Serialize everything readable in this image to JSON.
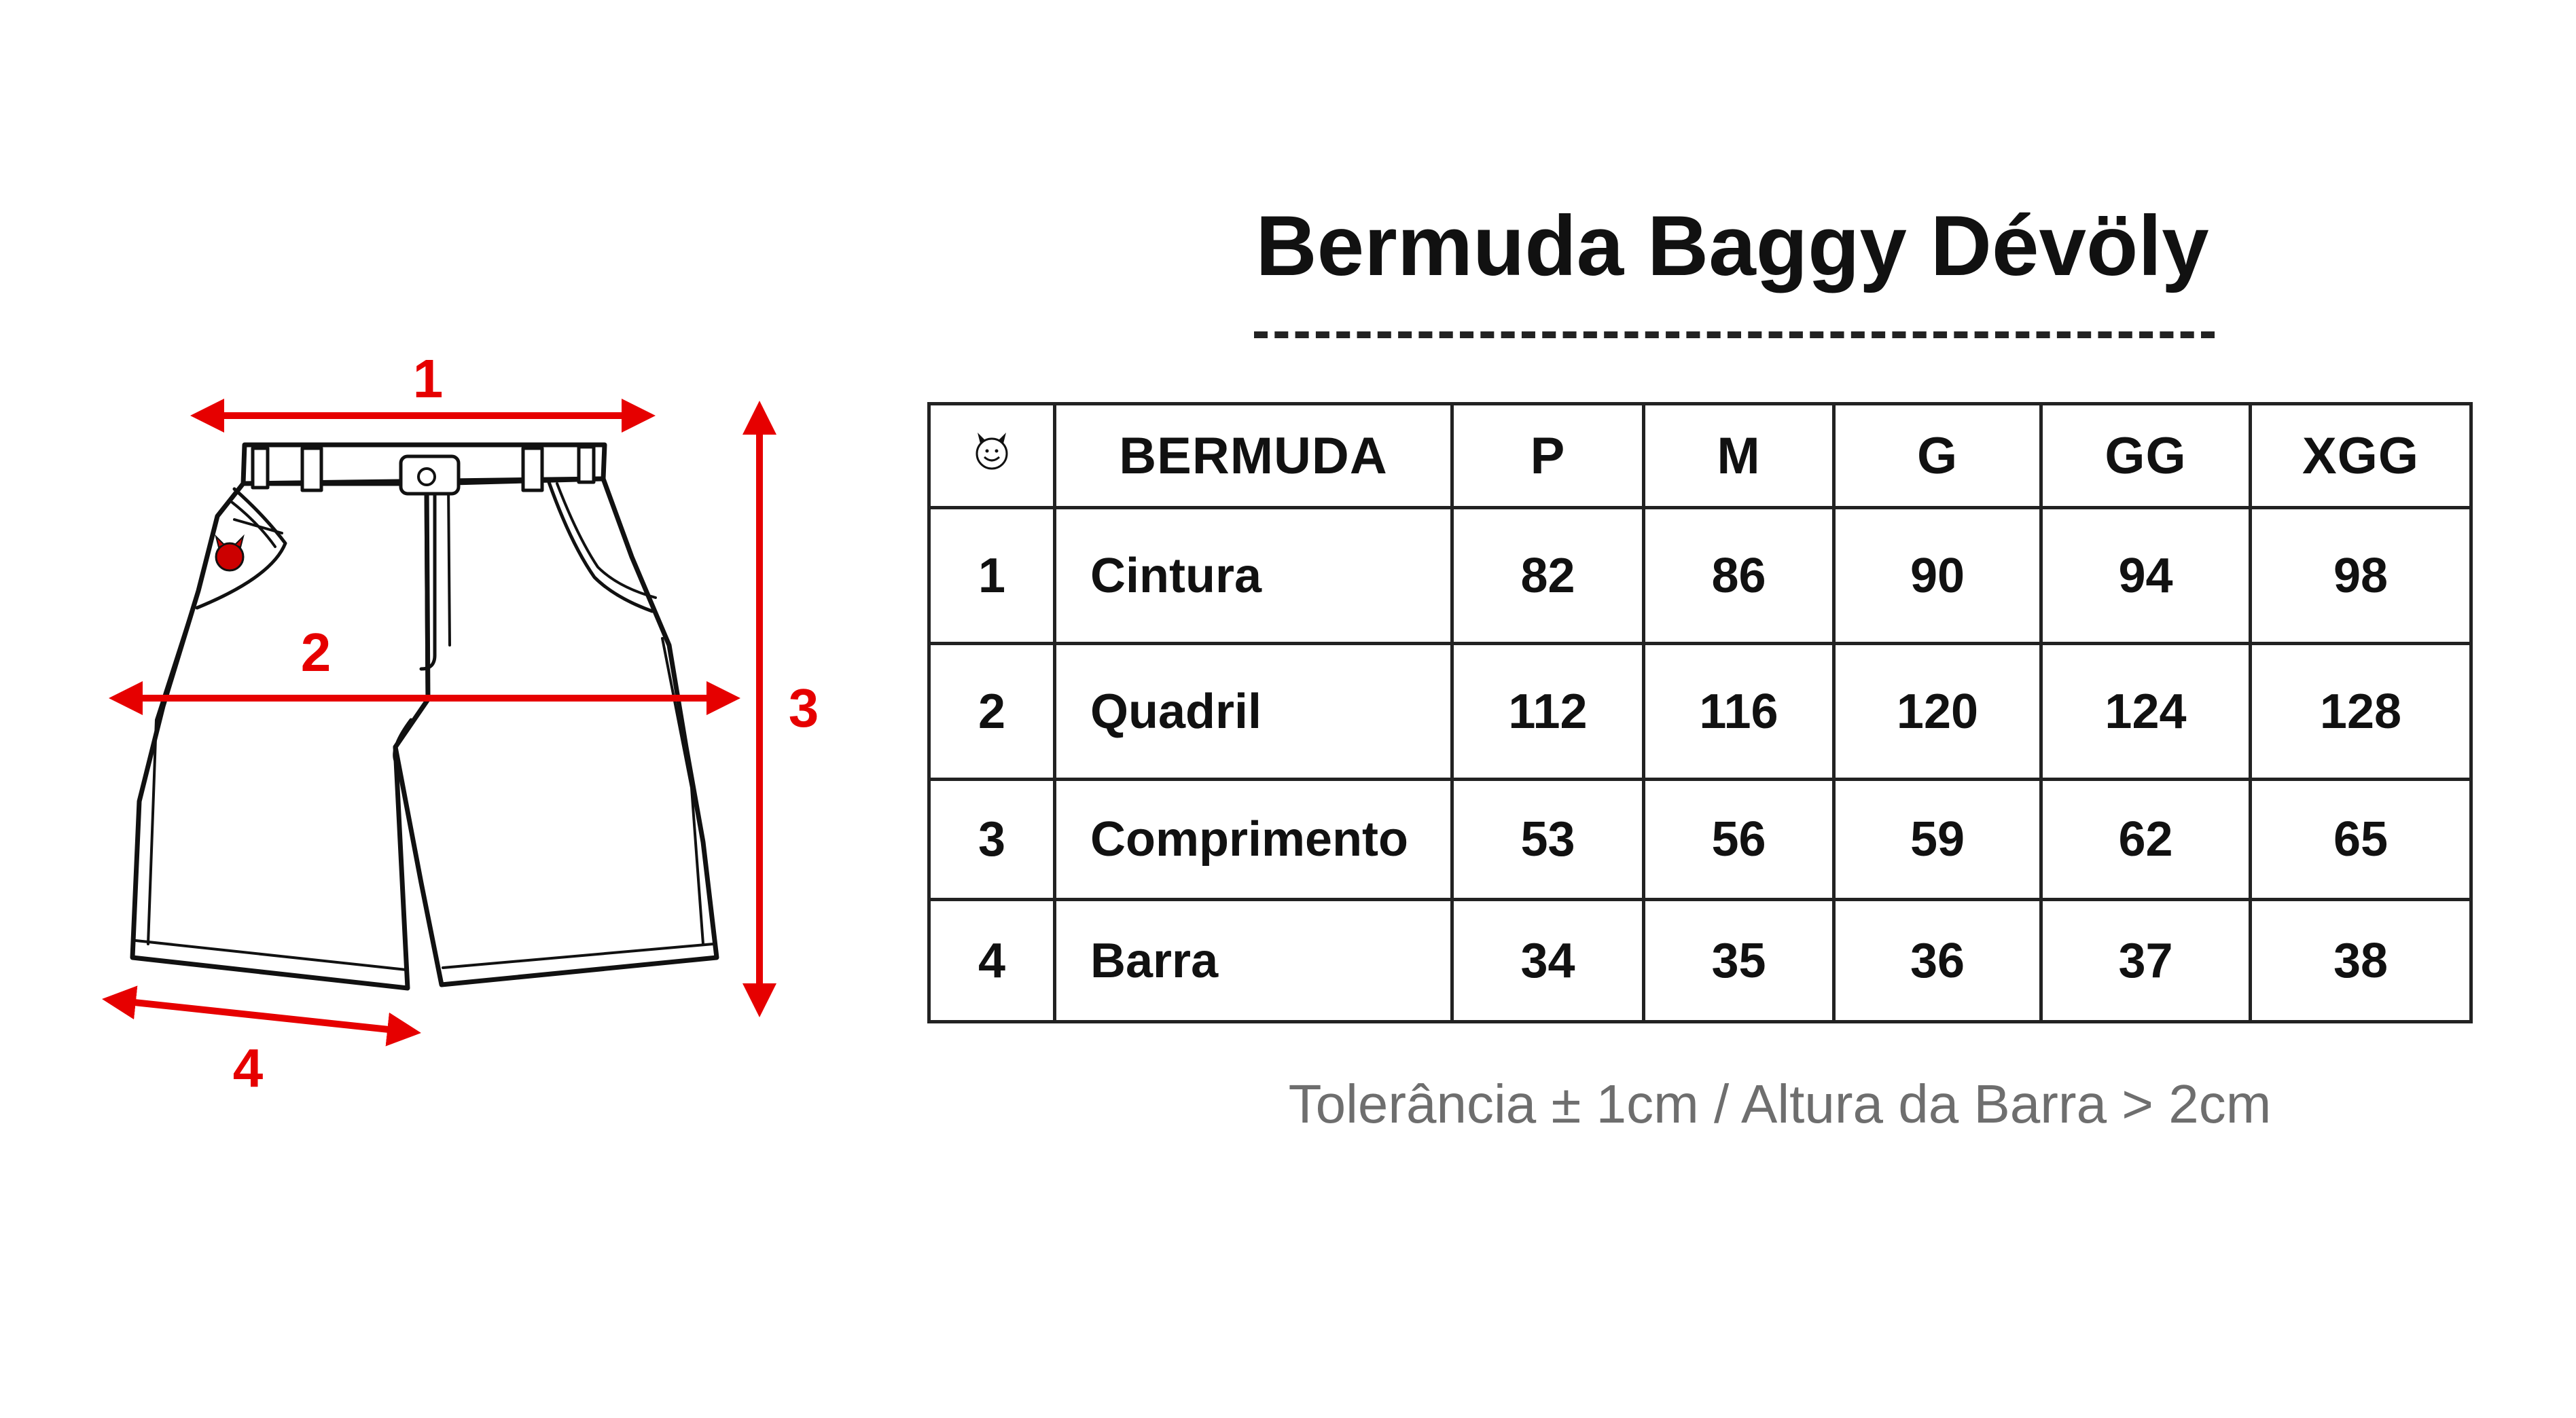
{
  "title": "Bermuda Baggy Dévöly",
  "diagram": {
    "labels": [
      "1",
      "2",
      "3",
      "4"
    ],
    "accent_color": "#e60000",
    "logo_icon": "devil-smiley-icon"
  },
  "table": {
    "header": {
      "icon": "devil-smiley-icon",
      "product": "BERMUDA",
      "sizes": [
        "P",
        "M",
        "G",
        "GG",
        "XGG"
      ]
    },
    "rows": [
      {
        "num": "1",
        "label": "Cintura",
        "values": [
          "82",
          "86",
          "90",
          "94",
          "98"
        ]
      },
      {
        "num": "2",
        "label": "Quadril",
        "values": [
          "112",
          "116",
          "120",
          "124",
          "128"
        ]
      },
      {
        "num": "3",
        "label": "Comprimento",
        "values": [
          "53",
          "56",
          "59",
          "62",
          "65"
        ]
      },
      {
        "num": "4",
        "label": "Barra",
        "values": [
          "34",
          "35",
          "36",
          "37",
          "38"
        ]
      }
    ]
  },
  "note": "Tolerância ± 1cm / Altura da Barra > 2cm"
}
